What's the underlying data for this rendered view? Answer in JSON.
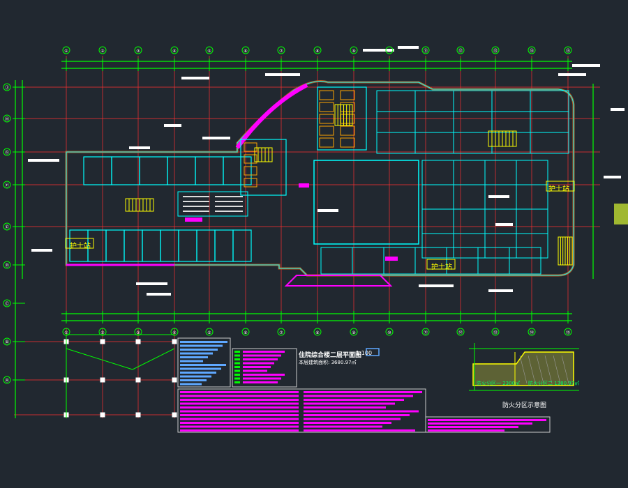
{
  "drawing": {
    "title": "住院综合楼二层平面图",
    "scale": "1:100",
    "area_note": "本层建筑面积: 3680.97㎡",
    "inset_title": "防火分区示意图",
    "inset_zone_1": "防火分区一 2300㎡",
    "inset_zone_2": "防火分区二 1380.97㎡"
  },
  "grid": {
    "columns": [
      "①",
      "②",
      "③",
      "④",
      "⑤",
      "⑥",
      "⑦",
      "⑧",
      "⑨",
      "⑩",
      "⑪",
      "⑫",
      "⑬",
      "⑭",
      "⑮"
    ],
    "rows": [
      "Ⓙ",
      "Ⓗ",
      "Ⓖ",
      "Ⓕ",
      "Ⓔ",
      "Ⓓ",
      "Ⓒ",
      "Ⓑ",
      "Ⓐ"
    ]
  },
  "room_labels": [
    "护士站",
    "护士站",
    "护士站"
  ],
  "colors": {
    "background": "#212830",
    "wall": "#00ffff",
    "grid_line": "#ff3030",
    "dimension": "#00ff00",
    "text": "#ffffff",
    "stair": "#ffff00",
    "highlight": "#ff00ff",
    "brick": "#b85a20",
    "blue_note": "#5fa8ff"
  }
}
